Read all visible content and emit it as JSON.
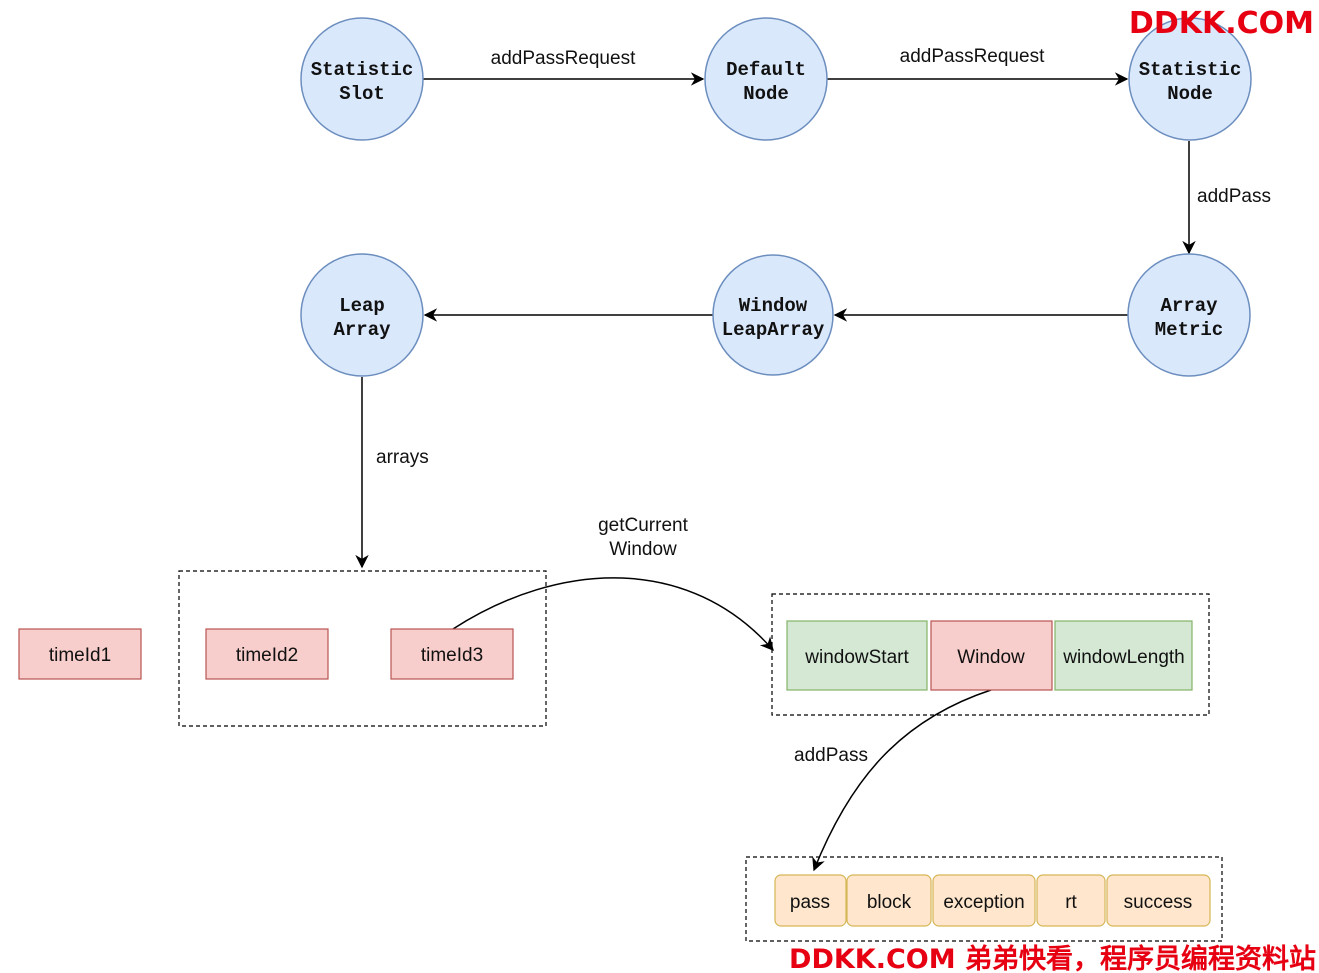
{
  "colors": {
    "node_fill": "#dae8fc",
    "node_stroke": "#6c8ebf",
    "red_fill": "#f8cecc",
    "green_fill": "#d5e8d4",
    "yellow_fill": "#ffe6cc",
    "watermark": "#e60012"
  },
  "nodes": {
    "statistic_slot": [
      "Statistic",
      "Slot"
    ],
    "default_node": [
      "Default",
      "Node"
    ],
    "statistic_node": [
      "Statistic",
      "Node"
    ],
    "array_metric": [
      "Array",
      "Metric"
    ],
    "window_leap_array": [
      "Window",
      "LeapArray"
    ],
    "leap_array": [
      "Leap",
      "Array"
    ]
  },
  "edges": {
    "slot_to_default": "addPassRequest",
    "default_to_statistic": "addPassRequest",
    "statistic_to_metric": "addPass",
    "leap_to_arrays": "arrays",
    "get_current_window": [
      "getCurrent",
      "Window"
    ],
    "window_to_bucket": "addPass"
  },
  "time_ids": [
    "timeId1",
    "timeId2",
    "timeId3"
  ],
  "window_fields": [
    "windowStart",
    "Window",
    "windowLength"
  ],
  "bucket_fields": [
    "pass",
    "block",
    "exception",
    "rt",
    "success"
  ],
  "watermark": {
    "top": "DDKK.COM",
    "bottom": "DDKK.COM 弟弟快看，程序员编程资料站"
  }
}
